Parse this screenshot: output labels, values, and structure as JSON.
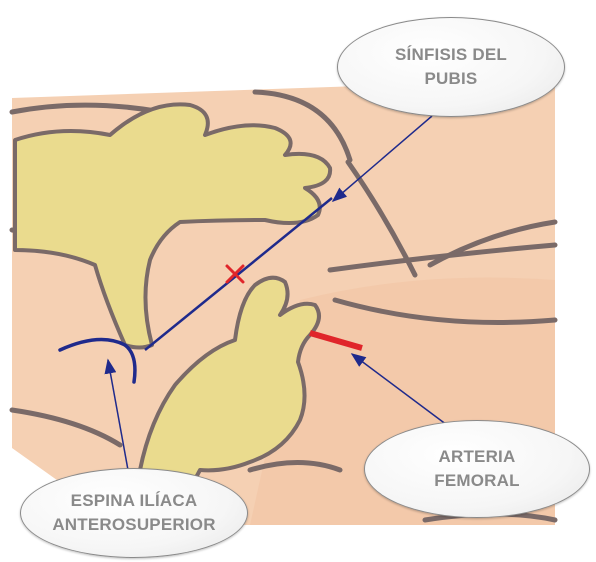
{
  "labels": {
    "sinfisis": "SÍNFISIS DEL\nPUBIS",
    "arteria": "ARTERIA\nFEMORAL",
    "espina": "ESPINA ILÍACA\nANTEROSUPERIOR"
  },
  "colors": {
    "skin": "#f5d0b3",
    "skin_dark": "#eebf9e",
    "hand": "#eadb8e",
    "outline": "#7a6a68",
    "guide_line": "#1f2a8c",
    "artery": "#e0252a",
    "label_text": "#8a8a8a"
  }
}
